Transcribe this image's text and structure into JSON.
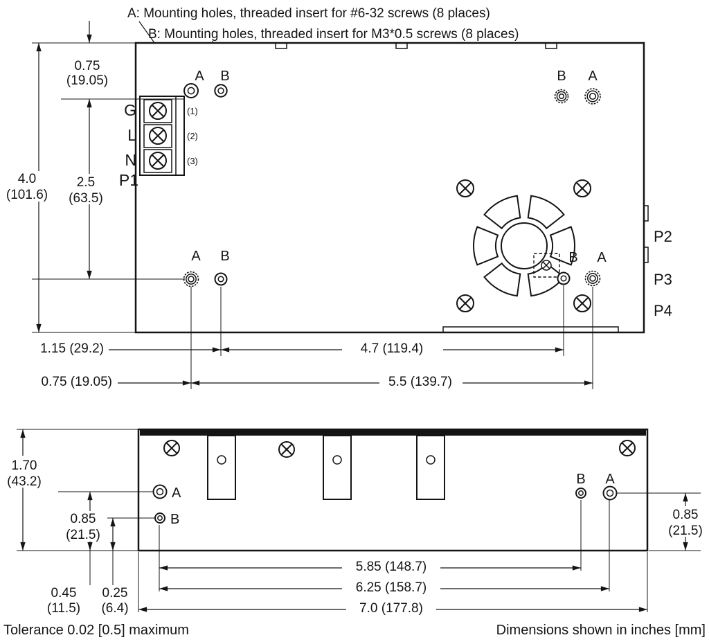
{
  "notes": {
    "a": "A: Mounting holes, threaded insert for #6-32 screws (8 places)",
    "b": "B: Mounting holes, threaded insert for M3*0.5 screws (8 places)"
  },
  "top_view": {
    "terminals": {
      "g": "G",
      "l": "L",
      "n": "N",
      "p1": "P1",
      "pin1": "(1)",
      "pin2": "(2)",
      "pin3": "(3)"
    },
    "ports": {
      "p2": "P2",
      "p3": "P3",
      "p4": "P4"
    },
    "holes": {
      "tl_a": "A",
      "tl_b": "B",
      "tr_b": "B",
      "tr_a": "A",
      "bl_a": "A",
      "bl_b": "B",
      "br_b": "B",
      "br_a": "A"
    },
    "dims": {
      "v075": "0.75",
      "v075_mm": "(19.05)",
      "v40": "4.0",
      "v40_mm": "(101.6)",
      "v25": "2.5",
      "v25_mm": "(63.5)",
      "w115": "1.15 (29.2)",
      "w47": "4.7 (119.4)",
      "w075": "0.75 (19.05)",
      "w55": "5.5 (139.7)"
    }
  },
  "side_view": {
    "holes": {
      "left_a": "A",
      "left_b": "B",
      "right_b": "B",
      "right_a": "A"
    },
    "dims": {
      "v170": "1.70",
      "v170_mm": "(43.2)",
      "v085_left": "0.85",
      "v085_left_mm": "(21.5)",
      "v045": "0.45",
      "v045_mm": "(11.5)",
      "v025": "0.25",
      "v025_mm": "(6.4)",
      "v085_right": "0.85",
      "v085_right_mm": "(21.5)",
      "w585": "5.85 (148.7)",
      "w625": "6.25 (158.7)",
      "w700": "7.0 (177.8)"
    }
  },
  "footer": {
    "tolerance": "Tolerance 0.02 [0.5] maximum",
    "units": "Dimensions shown in inches [mm]"
  }
}
